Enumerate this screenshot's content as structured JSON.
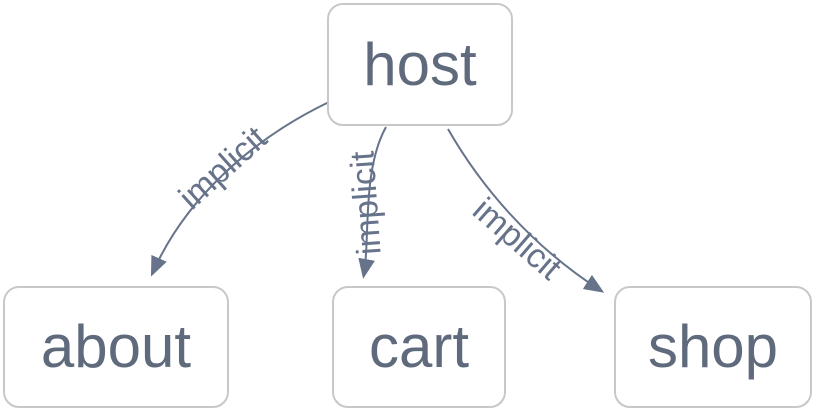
{
  "diagram": {
    "nodes": [
      {
        "id": "host",
        "label": "host"
      },
      {
        "id": "about",
        "label": "about"
      },
      {
        "id": "cart",
        "label": "cart"
      },
      {
        "id": "shop",
        "label": "shop"
      }
    ],
    "edges": [
      {
        "from": "host",
        "to": "about",
        "label": "implicit"
      },
      {
        "from": "host",
        "to": "cart",
        "label": "implicit"
      },
      {
        "from": "host",
        "to": "shop",
        "label": "implicit"
      }
    ],
    "colors": {
      "background": "#ffffff",
      "node_border": "#c8c8c8",
      "node_text": "#5f6b7c",
      "edge": "#66738a"
    }
  }
}
